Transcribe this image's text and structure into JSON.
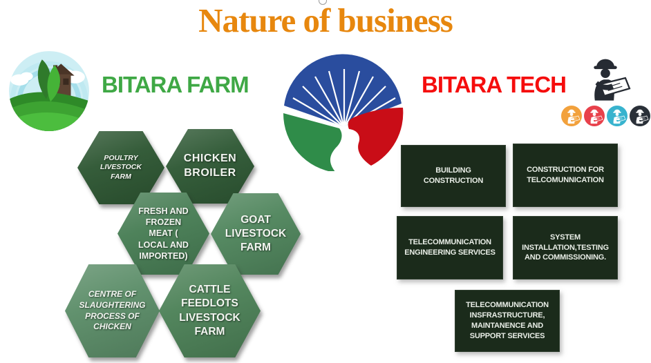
{
  "title": {
    "text": "Nature of business",
    "color": "#E7870E"
  },
  "farm_section": {
    "heading": "BITARA FARM",
    "heading_color": "#3FA845",
    "hexagons": [
      {
        "label": "POULTRY\nLIVESTOCK\nFARM",
        "color": "#2D5632"
      },
      {
        "label": "CHICKEN\nBROILER",
        "color": "#2E5834"
      },
      {
        "label": "FRESH AND\nFROZEN\nMEAT (\nLOCAL AND\nIMPORTED)",
        "color": "#477D54"
      },
      {
        "label": "GOAT\nLIVESTOCK\nFARM",
        "color": "#4F855C"
      },
      {
        "label": "CENTRE OF\nSLAUGHTERING\nPROCESS OF\nCHICKEN",
        "color": "#5B8D68"
      },
      {
        "label": "CATTLE\nFEEDLOTS\nLIVESTOCK\nFARM",
        "color": "#4C8157"
      }
    ]
  },
  "tech_section": {
    "heading": "BITARA TECH",
    "heading_color": "#F50D0D",
    "box_color": "#1B2B1B",
    "boxes": [
      {
        "label": "BUILDING\nCONSTRUCTION"
      },
      {
        "label": "CONSTRUCTION FOR\nTELCOMUNNICATION"
      },
      {
        "label": "TELECOMMUNICATION\nENGINEERING SERVICES"
      },
      {
        "label": "SYSTEM\nINSTALLATION,TESTING\nAND COMMISSIONING."
      },
      {
        "label": "TELECOMMUNICATION\nINSFRASTRUCTURE,\nMAINTANENCE AND\nSUPPORT SERVICES"
      }
    ],
    "badges": [
      {
        "name": "engineer-badge-orange",
        "color": "#F2A13C"
      },
      {
        "name": "engineer-badge-red",
        "color": "#E8414B"
      },
      {
        "name": "engineer-badge-cyan",
        "color": "#38B3CE"
      },
      {
        "name": "engineer-badge-black",
        "color": "#2A3038"
      }
    ],
    "engineer_icon_color": "#262B33"
  },
  "center_logo": {
    "name": "bitara-company-logo",
    "blue": "#2A4D9E",
    "green": "#2F8C49",
    "red": "#C90D17"
  },
  "farm_logo": {
    "name": "farm-landscape-logo",
    "sky": "#CDEEF4",
    "field": "#3DA332",
    "barn": "#5D4433"
  }
}
